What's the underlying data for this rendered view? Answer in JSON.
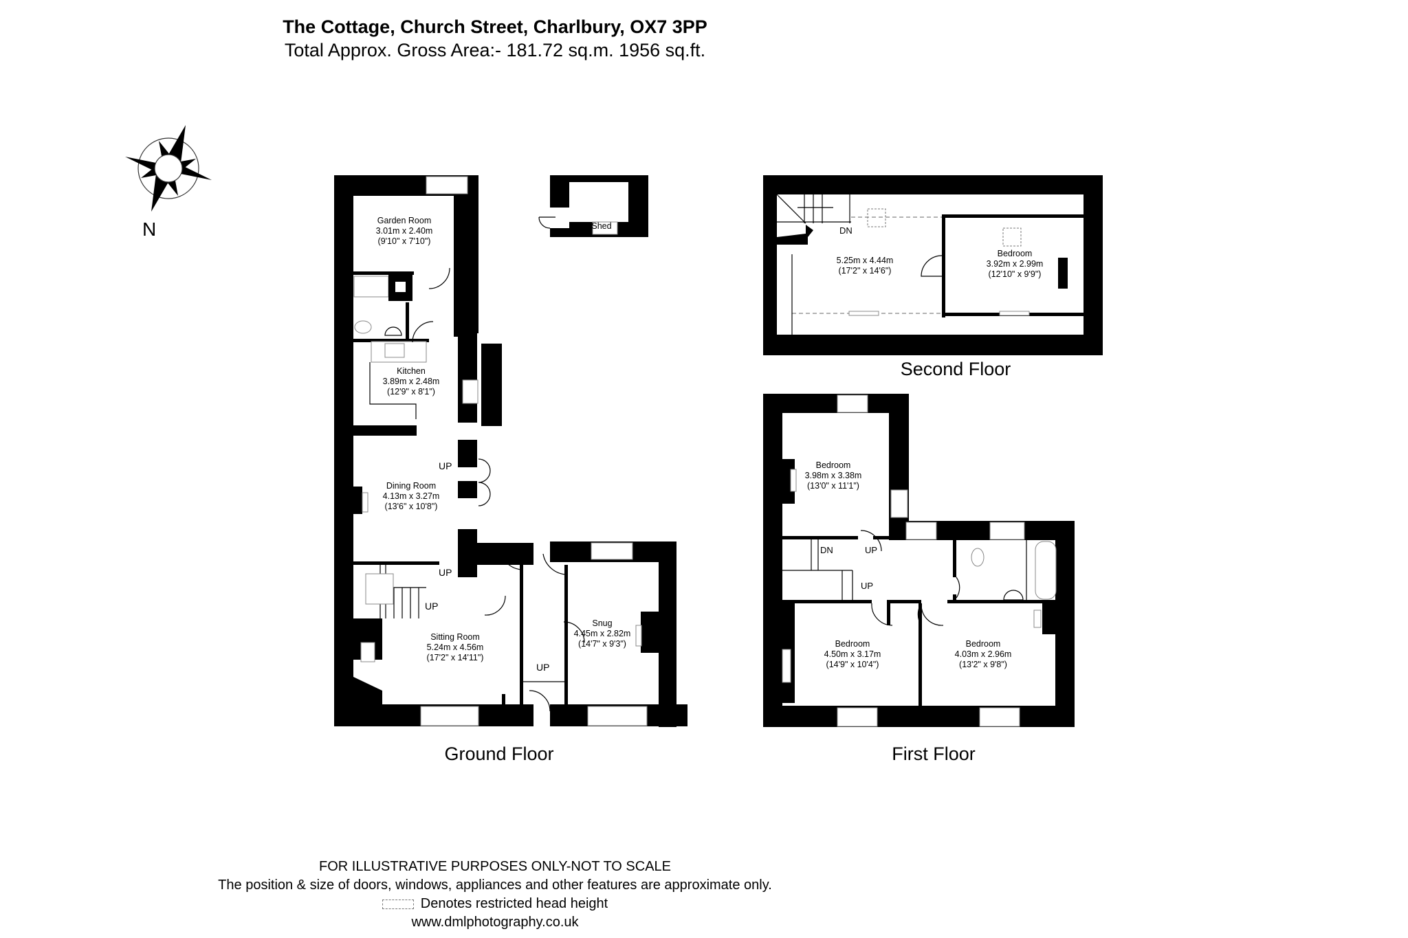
{
  "header": {
    "title": "The Cottage, Church Street, Charlbury, OX7 3PP",
    "subtitle": "Total Approx. Gross Area:- 181.72 sq.m. 1956 sq.ft."
  },
  "compass": {
    "label": "N",
    "icon": "compass-rose-icon"
  },
  "floors": {
    "ground": {
      "label": "Ground Floor",
      "rooms": [
        {
          "name": "Garden Room",
          "metric": "3.01m x 2.40m",
          "imperial": "(9'10\" x 7'10\")"
        },
        {
          "name": "Kitchen",
          "metric": "3.89m x 2.48m",
          "imperial": "(12'9\" x 8'1\")"
        },
        {
          "name": "Dining Room",
          "metric": "4.13m x 3.27m",
          "imperial": "(13'6\" x 10'8\")"
        },
        {
          "name": "Sitting Room",
          "metric": "5.24m x 4.56m",
          "imperial": "(17'2\" x 14'11\")"
        },
        {
          "name": "Snug",
          "metric": "4.45m x 2.82m",
          "imperial": "(14'7\" x 9'3\")"
        },
        {
          "name": "Shed",
          "metric": "",
          "imperial": ""
        }
      ],
      "stair_labels": [
        "UP",
        "UP",
        "UP",
        "UP"
      ]
    },
    "first": {
      "label": "First Floor",
      "rooms": [
        {
          "name": "Bedroom",
          "metric": "3.98m x 3.38m",
          "imperial": "(13'0\" x 11'1\")"
        },
        {
          "name": "Bedroom",
          "metric": "4.50m x 3.17m",
          "imperial": "(14'9\" x 10'4\")"
        },
        {
          "name": "Bedroom",
          "metric": "4.03m x 2.96m",
          "imperial": "(13'2\" x 9'8\")"
        }
      ],
      "stair_labels": [
        "DN",
        "UP",
        "UP"
      ]
    },
    "second": {
      "label": "Second Floor",
      "rooms": [
        {
          "name": "",
          "metric": "5.25m x 4.44m",
          "imperial": "(17'2\" x 14'6\")"
        },
        {
          "name": "Bedroom",
          "metric": "3.92m x 2.99m",
          "imperial": "(12'10\" x 9'9\")"
        }
      ],
      "stair_labels": [
        "DN"
      ]
    }
  },
  "footer": {
    "line1": "FOR ILLUSTRATIVE PURPOSES ONLY-NOT TO SCALE",
    "line2": "The position & size of doors, windows, appliances and other features are approximate only.",
    "legend": "Denotes restricted head height",
    "website": "www.dmlphotography.co.uk"
  }
}
